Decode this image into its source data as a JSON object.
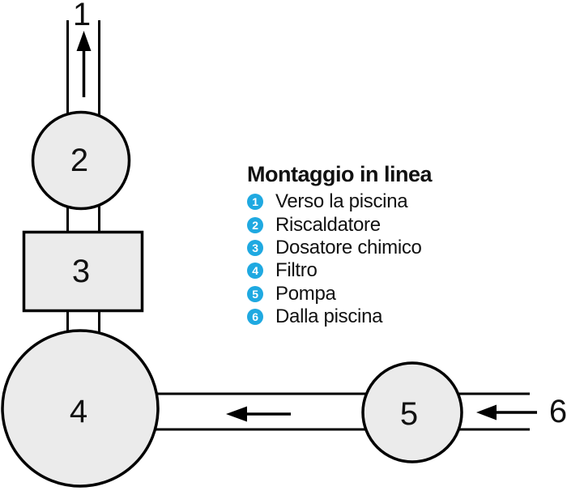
{
  "colors": {
    "background": "#ffffff",
    "shape_fill": "#ebebeb",
    "outline": "#000000",
    "legend_bullet": "#1fa9e1",
    "text": "#111111"
  },
  "legend": {
    "title": "Montaggio in linea",
    "items": [
      {
        "num": "1",
        "label": "Verso la piscina"
      },
      {
        "num": "2",
        "label": "Riscaldatore"
      },
      {
        "num": "3",
        "label": "Dosatore chimico"
      },
      {
        "num": "4",
        "label": "Filtro"
      },
      {
        "num": "5",
        "label": "Pompa"
      },
      {
        "num": "6",
        "label": "Dalla piscina"
      }
    ]
  },
  "diagram": {
    "labels": {
      "to_pool": "1",
      "heater": "2",
      "chemical_doser": "3",
      "filter": "4",
      "pump": "5",
      "from_pool": "6"
    }
  }
}
